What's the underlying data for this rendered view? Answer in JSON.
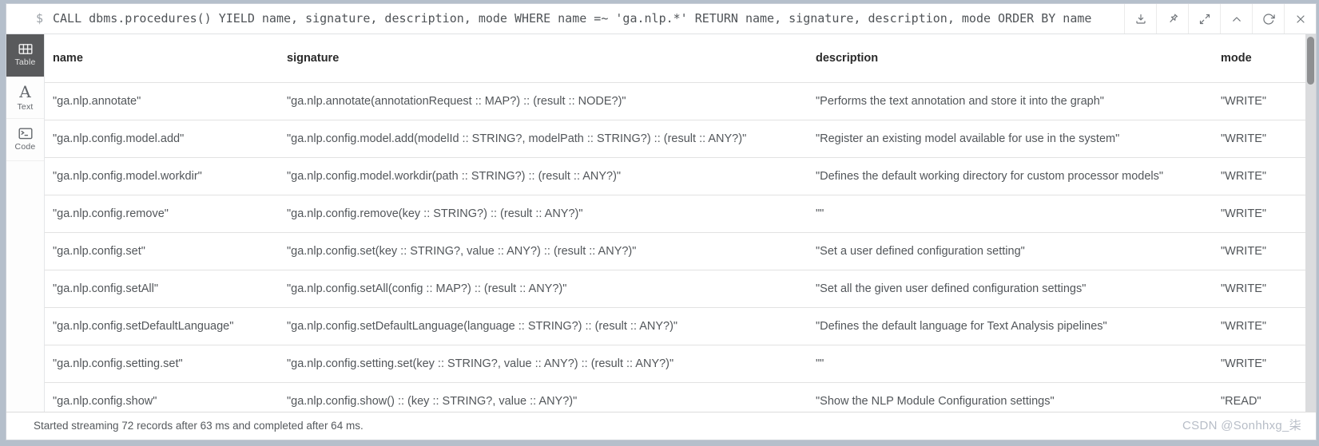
{
  "editor_bar": {
    "prompt": "$",
    "query": "CALL dbms.procedures() YIELD name, signature, description, mode WHERE name =~ 'ga.nlp.*' RETURN name, signature, description, mode ORDER BY name",
    "action_icons": [
      "download-icon",
      "pin-icon",
      "fullscreen-icon",
      "collapse-icon",
      "rerun-icon",
      "close-icon"
    ]
  },
  "view_sidebar": {
    "items": [
      {
        "label": "Table",
        "icon": "table-icon",
        "active": true
      },
      {
        "label": "Text",
        "icon": "text-icon",
        "active": false
      },
      {
        "label": "Code",
        "icon": "code-icon",
        "active": false
      }
    ]
  },
  "table": {
    "columns": [
      "name",
      "signature",
      "description",
      "mode"
    ],
    "rows": [
      [
        "\"ga.nlp.annotate\"",
        "\"ga.nlp.annotate(annotationRequest :: MAP?) :: (result :: NODE?)\"",
        "\"Performs the text annotation and store it into the graph\"",
        "\"WRITE\""
      ],
      [
        "\"ga.nlp.config.model.add\"",
        "\"ga.nlp.config.model.add(modelId :: STRING?, modelPath :: STRING?) :: (result :: ANY?)\"",
        "\"Register an existing model available for use in the system\"",
        "\"WRITE\""
      ],
      [
        "\"ga.nlp.config.model.workdir\"",
        "\"ga.nlp.config.model.workdir(path :: STRING?) :: (result :: ANY?)\"",
        "\"Defines the default working directory for custom processor models\"",
        "\"WRITE\""
      ],
      [
        "\"ga.nlp.config.remove\"",
        "\"ga.nlp.config.remove(key :: STRING?) :: (result :: ANY?)\"",
        "\"\"",
        "\"WRITE\""
      ],
      [
        "\"ga.nlp.config.set\"",
        "\"ga.nlp.config.set(key :: STRING?, value :: ANY?) :: (result :: ANY?)\"",
        "\"Set a user defined configuration setting\"",
        "\"WRITE\""
      ],
      [
        "\"ga.nlp.config.setAll\"",
        "\"ga.nlp.config.setAll(config :: MAP?) :: (result :: ANY?)\"",
        "\"Set all the given user defined configuration settings\"",
        "\"WRITE\""
      ],
      [
        "\"ga.nlp.config.setDefaultLanguage\"",
        "\"ga.nlp.config.setDefaultLanguage(language :: STRING?) :: (result :: ANY?)\"",
        "\"Defines the default language for Text Analysis pipelines\"",
        "\"WRITE\""
      ],
      [
        "\"ga.nlp.config.setting.set\"",
        "\"ga.nlp.config.setting.set(key :: STRING?, value :: ANY?) :: (result :: ANY?)\"",
        "\"\"",
        "\"WRITE\""
      ],
      [
        "\"ga.nlp.config.show\"",
        "\"ga.nlp.config.show() :: (key :: STRING?, value :: ANY?)\"",
        "\"Show the NLP Module Configuration settings\"",
        "\"READ\""
      ]
    ]
  },
  "status_bar": {
    "text": "Started streaming 72 records after 63 ms and completed after 64 ms."
  },
  "watermark": "CSDN @Sonhhxg_柒",
  "colors": {
    "page_border": "#b5bfcb",
    "active_tab_bg": "#595a5c",
    "row_divider": "#e2e2e2",
    "icon_gray": "#70757a"
  }
}
